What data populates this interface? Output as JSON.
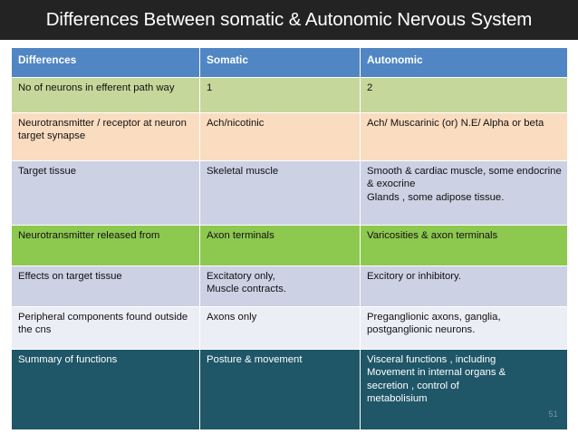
{
  "slide": {
    "title": "Differences Between somatic & Autonomic Nervous System",
    "page_number": "51",
    "colors": {
      "title_bar": "#232323",
      "header_blue": "#5086c4",
      "row_green": "#c5d79a",
      "row_peach": "#fadcc0",
      "row_lavender": "#ccd1e4",
      "row_bright_green": "#8dc84f",
      "row_pale": "#eceef5",
      "row_teal": "#1f5668"
    }
  },
  "table": {
    "headers": [
      "Differences",
      "Somatic",
      "Autonomic"
    ],
    "rows": [
      {
        "differences": "No of neurons in efferent path way",
        "somatic": "1",
        "autonomic": "2"
      },
      {
        "differences": "Neurotransmitter / receptor at neuron target synapse",
        "somatic": "Ach/nicotinic",
        "autonomic": "Ach/ Muscarinic (or) N.E/ Alpha or beta"
      },
      {
        "differences": "Target tissue",
        "somatic": "Skeletal muscle",
        "autonomic_line1": "Smooth & cardiac muscle, some endocrine & exocrine",
        "autonomic_line2": "Glands , some adipose tissue."
      },
      {
        "differences": "Neurotransmitter released from",
        "somatic": "Axon terminals",
        "autonomic": "Varicosities & axon terminals"
      },
      {
        "differences": "Effects on target tissue",
        "somatic_line1": "Excitatory only,",
        "somatic_line2": "Muscle contracts.",
        "autonomic": "Excitory or inhibitory."
      },
      {
        "differences": "Peripheral components found outside the cns",
        "somatic": "Axons only",
        "autonomic": "Preganglionic  axons, ganglia, postganglionic neurons."
      },
      {
        "differences": "Summary of functions",
        "somatic": "Posture & movement",
        "autonomic_line1": "Visceral functions , including",
        "autonomic_line2": "Movement in internal organs &",
        "autonomic_line3": "secretion , control of",
        "autonomic_line4": "metabolisium"
      }
    ]
  }
}
